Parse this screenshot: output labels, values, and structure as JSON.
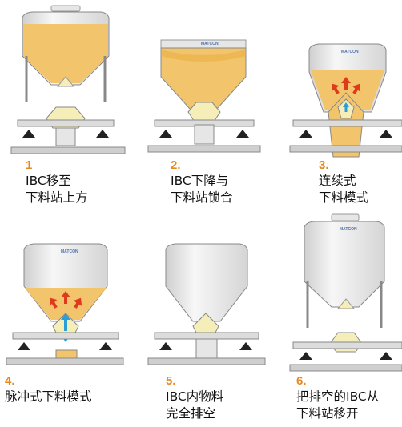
{
  "brand": "MATCON",
  "steps": [
    {
      "number": "1",
      "caption": "IBC移至\n下料站上方",
      "fill": "full",
      "docked": false
    },
    {
      "number": "2.",
      "caption": "IBC下降与\n下料站锁合",
      "fill": "full",
      "docked": true
    },
    {
      "number": "3.",
      "caption": "连续式\n下料模式",
      "fill": "partial",
      "docked": true,
      "flow": "continuous"
    },
    {
      "number": "4.",
      "caption": "脉冲式下料模式",
      "fill": "low",
      "docked": true,
      "flow": "pulse"
    },
    {
      "number": "5.",
      "caption": "IBC内物料\n完全排空",
      "fill": "empty",
      "docked": true
    },
    {
      "number": "6.",
      "caption": "把排空的IBC从\n下料站移开",
      "fill": "empty",
      "docked": false
    }
  ],
  "colors": {
    "material": "#f2c46b",
    "material_dark": "#e8a93e",
    "cone": "#f6eeb8",
    "steel": "#e9e9e9",
    "arrow_red": "#e03a1c",
    "arrow_blue": "#2a9fd6",
    "step_number": "#e8871e"
  }
}
